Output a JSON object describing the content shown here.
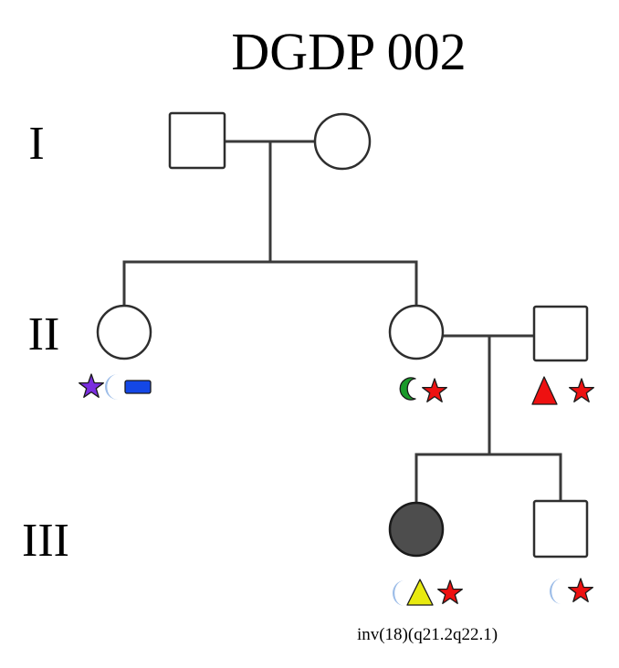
{
  "title": "DGDP 002",
  "generations": [
    {
      "label": "I"
    },
    {
      "label": "II"
    },
    {
      "label": "III"
    }
  ],
  "individuals": [
    {
      "id": "I-1",
      "sex": "male",
      "affected": false,
      "symbols": []
    },
    {
      "id": "I-2",
      "sex": "female",
      "affected": false,
      "symbols": []
    },
    {
      "id": "II-1",
      "sex": "female",
      "affected": false,
      "symbols": [
        "purple-star",
        "light-blue-crescent",
        "blue-rectangle"
      ]
    },
    {
      "id": "II-2",
      "sex": "female",
      "affected": false,
      "symbols": [
        "green-crescent",
        "red-star"
      ]
    },
    {
      "id": "II-3",
      "sex": "male",
      "affected": false,
      "symbols": [
        "red-triangle",
        "red-star"
      ]
    },
    {
      "id": "III-1",
      "sex": "female",
      "affected": true,
      "symbols": [
        "light-blue-crescent",
        "yellow-triangle",
        "red-star"
      ],
      "annotation": "inv(18)(q21.2q22.1)"
    },
    {
      "id": "III-2",
      "sex": "male",
      "affected": false,
      "symbols": [
        "light-blue-crescent",
        "red-star"
      ]
    }
  ],
  "colors": {
    "purple": "#7a2ee0",
    "light_blue": "#9dbde8",
    "blue": "#1447e6",
    "green": "#1a9a2a",
    "red": "#ee1111",
    "yellow": "#e8ea10",
    "affected_fill": "#4d4d4d"
  }
}
